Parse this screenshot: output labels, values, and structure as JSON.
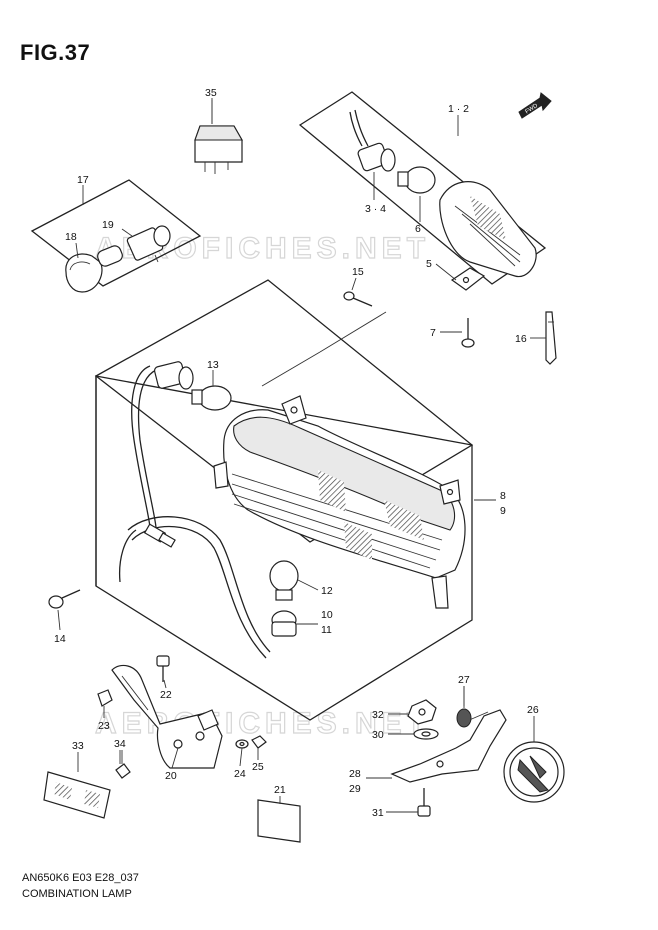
{
  "figure_title": "FIG.37",
  "footer": {
    "code": "AN650K6 E03 E28_037",
    "caption": "COMBINATION LAMP"
  },
  "watermark": "AEROFICHES.NET",
  "fwd_label": "FWD",
  "callouts": {
    "c35": "35",
    "c1_2": "1 · 2",
    "c17": "17",
    "c19": "19",
    "c18": "18",
    "c3_4": "3 · 4",
    "c6": "6",
    "c5": "5",
    "c15": "15",
    "c7": "7",
    "c16": "16",
    "c13": "13",
    "c8": "8",
    "c9": "9",
    "c12": "12",
    "c10": "10",
    "c11": "11",
    "c14": "14",
    "c22": "22",
    "c23": "23",
    "c27": "27",
    "c32": "32",
    "c26": "26",
    "c30": "30",
    "c33": "33",
    "c34": "34",
    "c20": "20",
    "c24": "24",
    "c25": "25",
    "c28": "28",
    "c29": "29",
    "c21": "21",
    "c31": "31"
  }
}
